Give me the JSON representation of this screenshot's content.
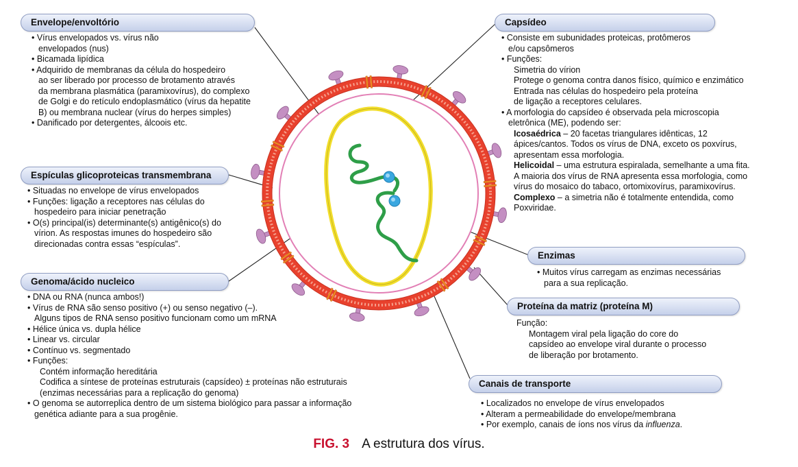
{
  "envelope": {
    "title": "Envelope/envoltório",
    "lines": [
      "• Vírus envelopados vs. vírus não",
      "envelopados (nus)",
      "• Bicamada lipídica",
      "• Adquirido de membranas da célula do hospedeiro",
      "ao ser liberado por processo de brotamento através",
      "da membrana plasmática (paramixovírus), do complexo",
      "de Golgi e do retículo endoplasmático (vírus da hepatite",
      "B) ou membrana nuclear (vírus do herpes simples)",
      "• Danificado por detergentes, álcoois etc."
    ]
  },
  "spicules": {
    "title": "Espículas glicoproteicas transmembrana",
    "lines": [
      "• Situadas no envelope de vírus envelopados",
      "• Funções: ligação a receptores nas células do",
      "hospedeiro para iniciar penetração",
      "• O(s) principal(is) determinante(s) antigênico(s) do",
      "vírion. As respostas imunes do hospedeiro são",
      "direcionadas contra essas “espículas”."
    ]
  },
  "genome": {
    "title": "Genoma/ácido nucleico",
    "lines": [
      "• DNA ou RNA (nunca ambos!)",
      "• Vírus de RNA são senso positivo (+) ou senso negativo (–).",
      "Alguns tipos de RNA senso positivo funcionam como um mRNA",
      "• Hélice única vs. dupla hélice",
      "• Linear vs. circular",
      "• Contínuo vs. segmentado",
      "• Funções:",
      "Contém informação hereditária",
      "Codifica a síntese de proteínas estruturais (capsídeo) ± proteínas não estruturais",
      "(enzimas necessárias para a replicação do genoma)",
      "• O genoma se autorreplica dentro de um sistema biológico para passar a informação",
      "genética adiante para a sua progênie."
    ]
  },
  "capsid": {
    "title": "Capsídeo",
    "lines": [
      "• Consiste em subunidades proteicas, protômeros",
      "e/ou capsômeros",
      "• Funções:",
      "Simetria do vírion",
      "Protege o genoma contra danos físico, químico e enzimático",
      "Entrada nas células do hospedeiro pela proteína",
      "de ligação a receptores celulares.",
      "• A morfologia do capsídeo é observada pela microscopia",
      "eletrônica (ME), podendo ser:"
    ],
    "icos_term": "Icosaédrica",
    "icos_rest": " – 20 facetas triangulares idênticas, 12",
    "icos_2": "ápices/cantos. Todos os vírus de DNA, exceto os poxvírus,",
    "icos_3": "apresentam essa morfologia.",
    "heli_term": "Helicoidal",
    "heli_rest": " – uma estrutura espiralada, semelhante a uma fita.",
    "heli_2": "A maioria dos vírus de RNA apresenta essa morfologia, como",
    "heli_3": "vírus do mosaico do tabaco, ortomixovírus, paramixovírus.",
    "comp_term": "Complexo",
    "comp_rest": " – a simetria não é totalmente entendida, como",
    "comp_2": "Poxviridae."
  },
  "enzymes": {
    "title": "Enzimas",
    "lines": [
      "• Muitos vírus carregam as enzimas necessárias",
      "para a sua replicação."
    ]
  },
  "matrix": {
    "title": "Proteína da matriz (proteína M)",
    "lines": [
      "Função:",
      "Montagem viral pela ligação do core do",
      "capsídeo ao envelope viral durante o processo",
      "de liberação por brotamento."
    ]
  },
  "channels": {
    "title": "Canais de transporte",
    "line1": "• Localizados no envelope de vírus envelopados",
    "line2": "• Alteram a permeabilidade do envelope/membrana",
    "line3_pre": "• Por exemplo, canais de íons nos vírus da ",
    "line3_em": "influenza",
    "line3_post": "."
  },
  "caption": {
    "fig": "FIG. 3",
    "text": "A estrutura dos vírus."
  },
  "colors": {
    "envelope": "#e8412d",
    "spike": "#c48fc2",
    "channel": "#f08a24",
    "capsid_ring": "#e27fb5",
    "capsid_yellow": "#f2de2c",
    "genome": "#2e9e48",
    "enzyme": "#3aa7e0",
    "title_box": "#cdd6ee"
  }
}
